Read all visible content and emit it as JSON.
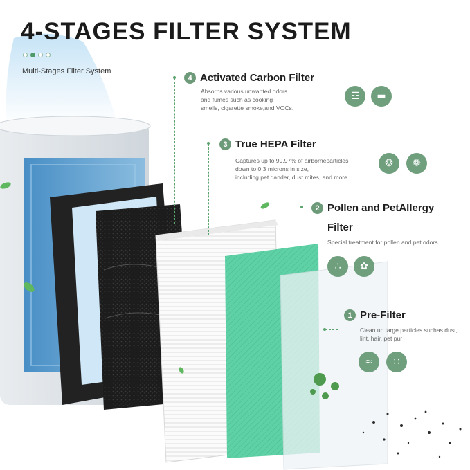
{
  "header": {
    "title": "4-STAGES FILTER SYSTEM",
    "subtitle": "Multi-Stages Filter System"
  },
  "stages": [
    {
      "number": "4",
      "title": "Activated Carbon Filter",
      "desc_lines": [
        "Absorbs various unwanted odors",
        "and fumes such as cooking",
        "smells, cigarette smoke,and VOCs."
      ],
      "icons": [
        "cooking-fumes-icon",
        "cigarette-icon"
      ]
    },
    {
      "number": "3",
      "title": "True HEPA Filter",
      "desc_lines": [
        "Captures up to 99.97% of airborneparticles",
        "down to 0.3 microns in size,",
        "including pet dander, dust mites, and more."
      ],
      "icons": [
        "bacteria-icon",
        "dust-mite-icon"
      ]
    },
    {
      "number": "2",
      "title_lines": [
        "Pollen and PetAllergy",
        "Filter"
      ],
      "desc_lines": [
        "Special treatment for pollen and pet odors."
      ],
      "icons": [
        "pollen-icon",
        "pet-paw-icon"
      ]
    },
    {
      "number": "1",
      "title": "Pre-Filter",
      "desc_lines": [
        "Clean up large particles suchas dust,",
        "lint, hair, pet pur"
      ],
      "icons": [
        "hair-icon",
        "dust-icon"
      ]
    }
  ],
  "colors": {
    "accent": "#6d9b79",
    "carbon": "#1f1f1f",
    "hepa": "#f4f4f4",
    "pollen": "#5fd1a6",
    "purifier_glow": "#3a8ec4"
  }
}
